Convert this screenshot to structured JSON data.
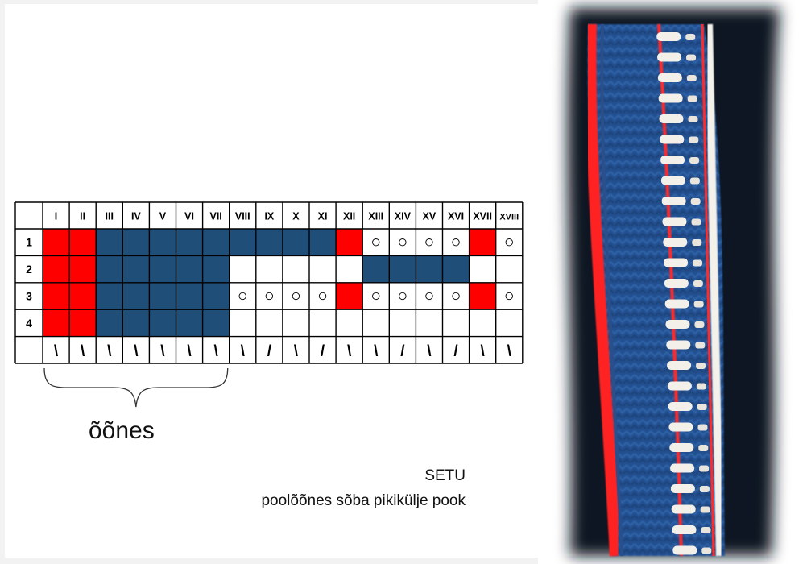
{
  "grid": {
    "column_headers": [
      "I",
      "II",
      "III",
      "IV",
      "V",
      "VI",
      "VII",
      "VIII",
      "IX",
      "X",
      "XI",
      "XII",
      "XIII",
      "XIV",
      "XV",
      "XVI",
      "XVII",
      "XVIII"
    ],
    "row_labels": [
      "1",
      "2",
      "3",
      "4"
    ],
    "cells": [
      [
        "R",
        "R",
        "B",
        "B",
        "B",
        "B",
        "B",
        "B",
        "B",
        "B",
        "B",
        "R",
        "o",
        "o",
        "o",
        "o",
        "R",
        "o"
      ],
      [
        "R",
        "R",
        "B",
        "B",
        "B",
        "B",
        "B",
        "W",
        "W",
        "W",
        "W",
        "W",
        "B",
        "B",
        "B",
        "B",
        "W",
        "W"
      ],
      [
        "R",
        "R",
        "B",
        "B",
        "B",
        "B",
        "B",
        "o",
        "o",
        "o",
        "o",
        "R",
        "o",
        "o",
        "o",
        "o",
        "R",
        "o"
      ],
      [
        "R",
        "R",
        "B",
        "B",
        "B",
        "B",
        "B",
        "W",
        "W",
        "W",
        "W",
        "W",
        "W",
        "W",
        "W",
        "W",
        "W",
        "W"
      ]
    ],
    "directions": [
      "\\",
      "\\",
      "\\",
      "\\",
      "\\",
      "\\",
      "\\",
      "\\",
      "/",
      "\\",
      "/",
      "\\",
      "\\",
      "/",
      "\\",
      "/",
      "\\",
      "\\"
    ],
    "cell_legend": {
      "R": "red",
      "B": "blue",
      "W": "white",
      "o": "white-with-circle"
    },
    "colors": {
      "red": "#ff0000",
      "blue": "#1f4e79",
      "white": "#ffffff",
      "grid_line": "#000000"
    }
  },
  "brace": {
    "label": "õõnes",
    "spans_columns": [
      "I",
      "VII"
    ]
  },
  "caption": {
    "title": "SETU",
    "subtitle": "poolõõnes sõba pikikülje pook"
  },
  "photo": {
    "description_icon": "woven-band-photo",
    "colors": [
      "#ff1a1a",
      "#1f4a8a",
      "#f5f3ee",
      "#0d1220"
    ]
  }
}
